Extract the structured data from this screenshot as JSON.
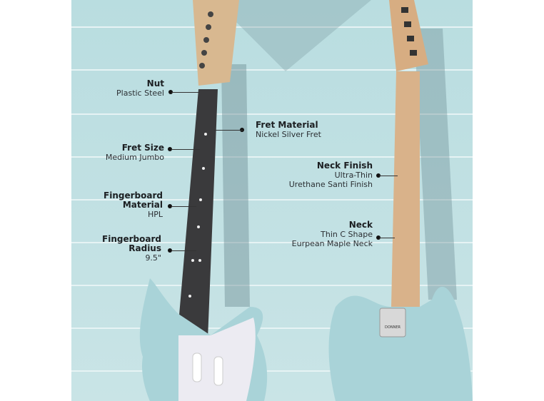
{
  "brand_logo": "DONNER",
  "colors": {
    "background": "#bfdfe2",
    "body": "#a9d3d8",
    "fingerboard": "#3a3a3c",
    "maple_neck": "#d9b28a"
  },
  "specs": [
    {
      "title": "Nut",
      "lines": [
        "Plastic Steel"
      ]
    },
    {
      "title": "Fret Material",
      "lines": [
        "Nickel Silver Fret"
      ]
    },
    {
      "title": "Fret Size",
      "lines": [
        "Medium Jumbo"
      ]
    },
    {
      "title": "Fingerboard Material",
      "title_lines": [
        "Fingerboard",
        "Material"
      ],
      "lines": [
        "HPL"
      ]
    },
    {
      "title": "Fingerboard Radius",
      "title_lines": [
        "Fingerboard",
        "Radius"
      ],
      "lines": [
        "9.5\""
      ]
    },
    {
      "title": "Neck Finish",
      "lines": [
        "Ultra-Thin",
        "Urethane Santi Finish"
      ]
    },
    {
      "title": "Neck",
      "lines": [
        "Thin C Shape",
        "Eurpean Maple Neck"
      ]
    }
  ]
}
